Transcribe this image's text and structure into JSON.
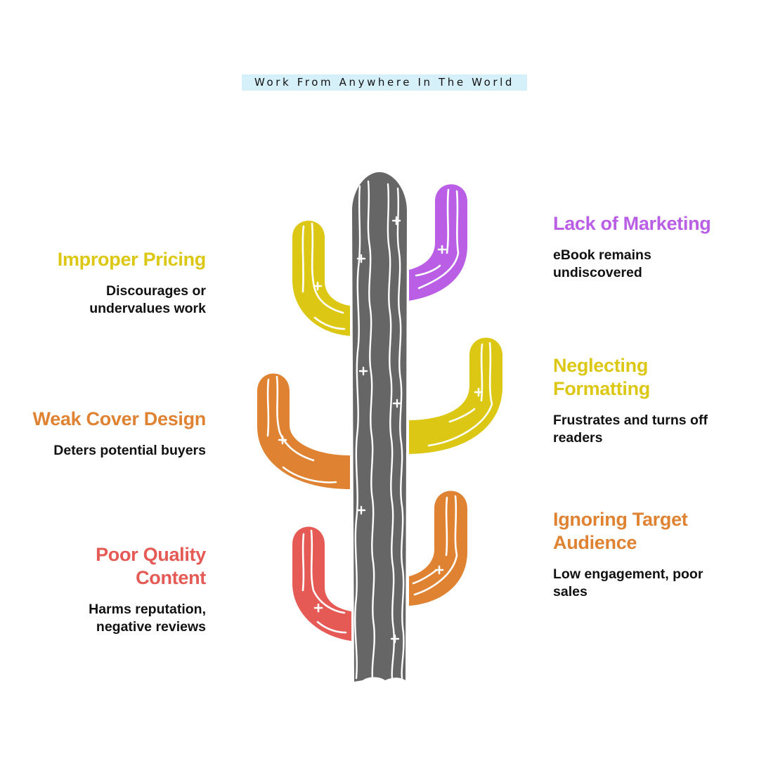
{
  "banner": {
    "text": "Work From Anywhere In The World"
  },
  "colors": {
    "trunk": "#666666",
    "yellow": "#dcc814",
    "purple": "#b95ee5",
    "orange": "#df8232",
    "red": "#e55a55",
    "stroke": "#ffffff",
    "text": "#111111"
  },
  "items": {
    "improper_pricing": {
      "title": "Improper Pricing",
      "description_lines": [
        "Discourages or",
        "undervalues work"
      ],
      "color": "#dcc814"
    },
    "weak_cover_design": {
      "title": "Weak Cover Design",
      "description_lines": [
        "Deters potential buyers"
      ],
      "color": "#df8232"
    },
    "poor_quality_content": {
      "title_lines": [
        "Poor Quality",
        "Content"
      ],
      "description_lines": [
        "Harms reputation,",
        "negative reviews"
      ],
      "color": "#e55a55"
    },
    "lack_of_marketing": {
      "title": "Lack of Marketing",
      "description_lines": [
        "eBook remains",
        "undiscovered"
      ],
      "color": "#b95ee5"
    },
    "neglecting_formatting": {
      "title_lines": [
        "Neglecting",
        "Formatting"
      ],
      "description_lines": [
        "Frustrates and turns off",
        "readers"
      ],
      "color": "#dcc814"
    },
    "ignoring_target_audience": {
      "title_lines": [
        "Ignoring Target",
        "Audience"
      ],
      "description_lines": [
        "Low engagement, poor",
        "sales"
      ],
      "color": "#df8232"
    }
  }
}
